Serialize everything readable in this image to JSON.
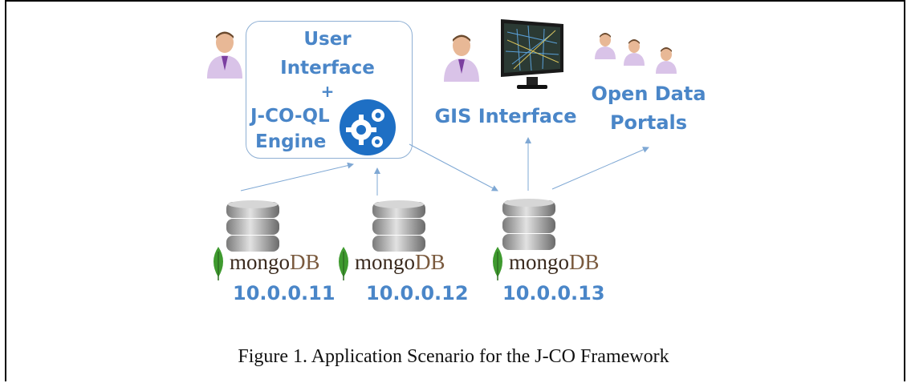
{
  "ui_box": {
    "line1": "User",
    "line2": "Interface",
    "line3": "+",
    "line4": "J-CO-QL",
    "line5": "Engine"
  },
  "gis_label": "GIS Interface",
  "open_data": {
    "line1": "Open Data",
    "line2": "Portals"
  },
  "databases": [
    {
      "brand_prefix": "mongo",
      "brand_suffix": "DB",
      "ip": "10.0.0.11"
    },
    {
      "brand_prefix": "mongo",
      "brand_suffix": "DB",
      "ip": "10.0.0.12"
    },
    {
      "brand_prefix": "mongo",
      "brand_suffix": "DB",
      "ip": "10.0.0.13"
    }
  ],
  "caption": "Figure 1.  Application Scenario for the J-CO Framework",
  "colors": {
    "label_blue": "#4a86c8",
    "arrow": "#7fa8d4",
    "leaf": "#3f9a2f",
    "db_gray": "#a9a9a9"
  }
}
